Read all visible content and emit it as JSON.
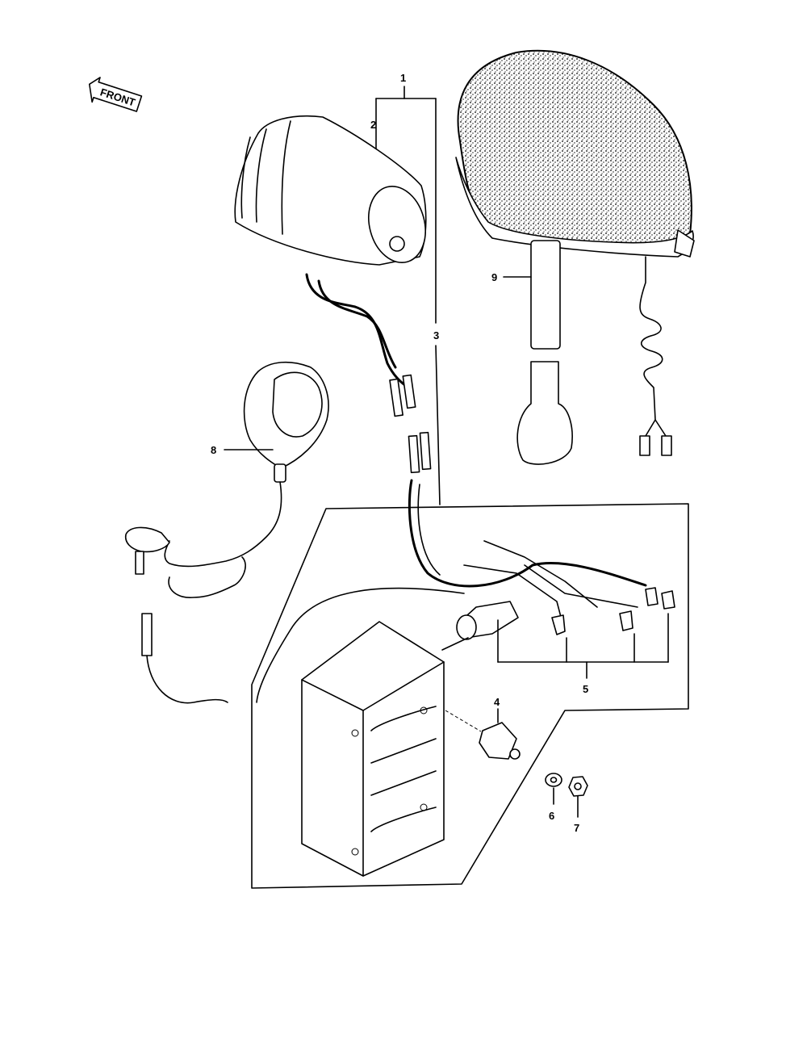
{
  "direction_label": "FRONT",
  "callouts": [
    {
      "id": "1",
      "text": "1"
    },
    {
      "id": "2",
      "text": "2"
    },
    {
      "id": "3",
      "text": "3"
    },
    {
      "id": "4",
      "text": "4"
    },
    {
      "id": "5",
      "text": "5"
    },
    {
      "id": "6",
      "text": "6"
    },
    {
      "id": "7",
      "text": "7"
    },
    {
      "id": "8",
      "text": "8"
    },
    {
      "id": "9",
      "text": "9"
    }
  ]
}
